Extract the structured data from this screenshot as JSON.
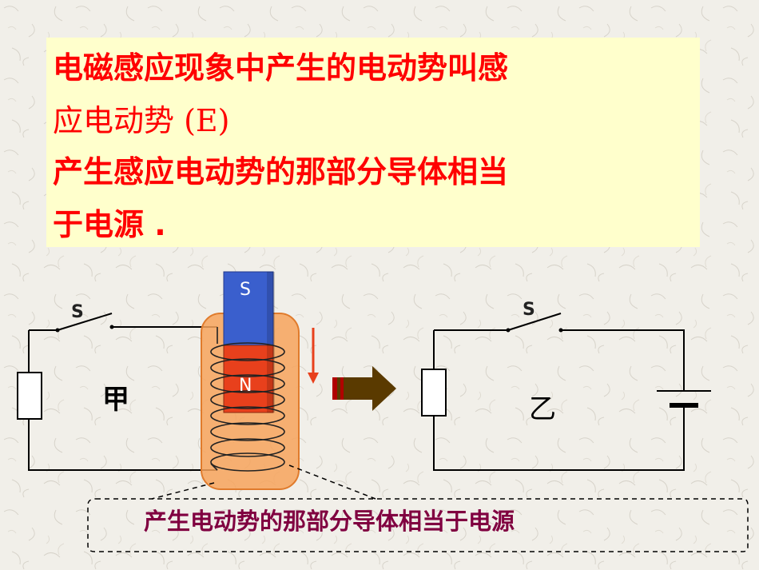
{
  "note": {
    "line1": "电磁感应现象中产生的电动势叫感",
    "line2": "应电动势 (E)",
    "line3": "产生感应电动势的那部分导体相当",
    "line4": "于电源 ."
  },
  "circuit_left": {
    "label": "甲",
    "switch_label": "S"
  },
  "magnet": {
    "top_pole": "S",
    "bottom_pole": "N"
  },
  "circuit_right": {
    "label": "乙",
    "switch_label": "S"
  },
  "callout": {
    "text": "产生电动势的那部分导体相当于电源"
  },
  "colors": {
    "note_background": "#ffffcc",
    "note_text": "#ff0000",
    "callout_text": "#800040",
    "coil_highlight": "#f7a35c",
    "magnet_south": "#3a5fcd",
    "magnet_north": "#e8401c",
    "arrow_block": "#5a3a00"
  }
}
